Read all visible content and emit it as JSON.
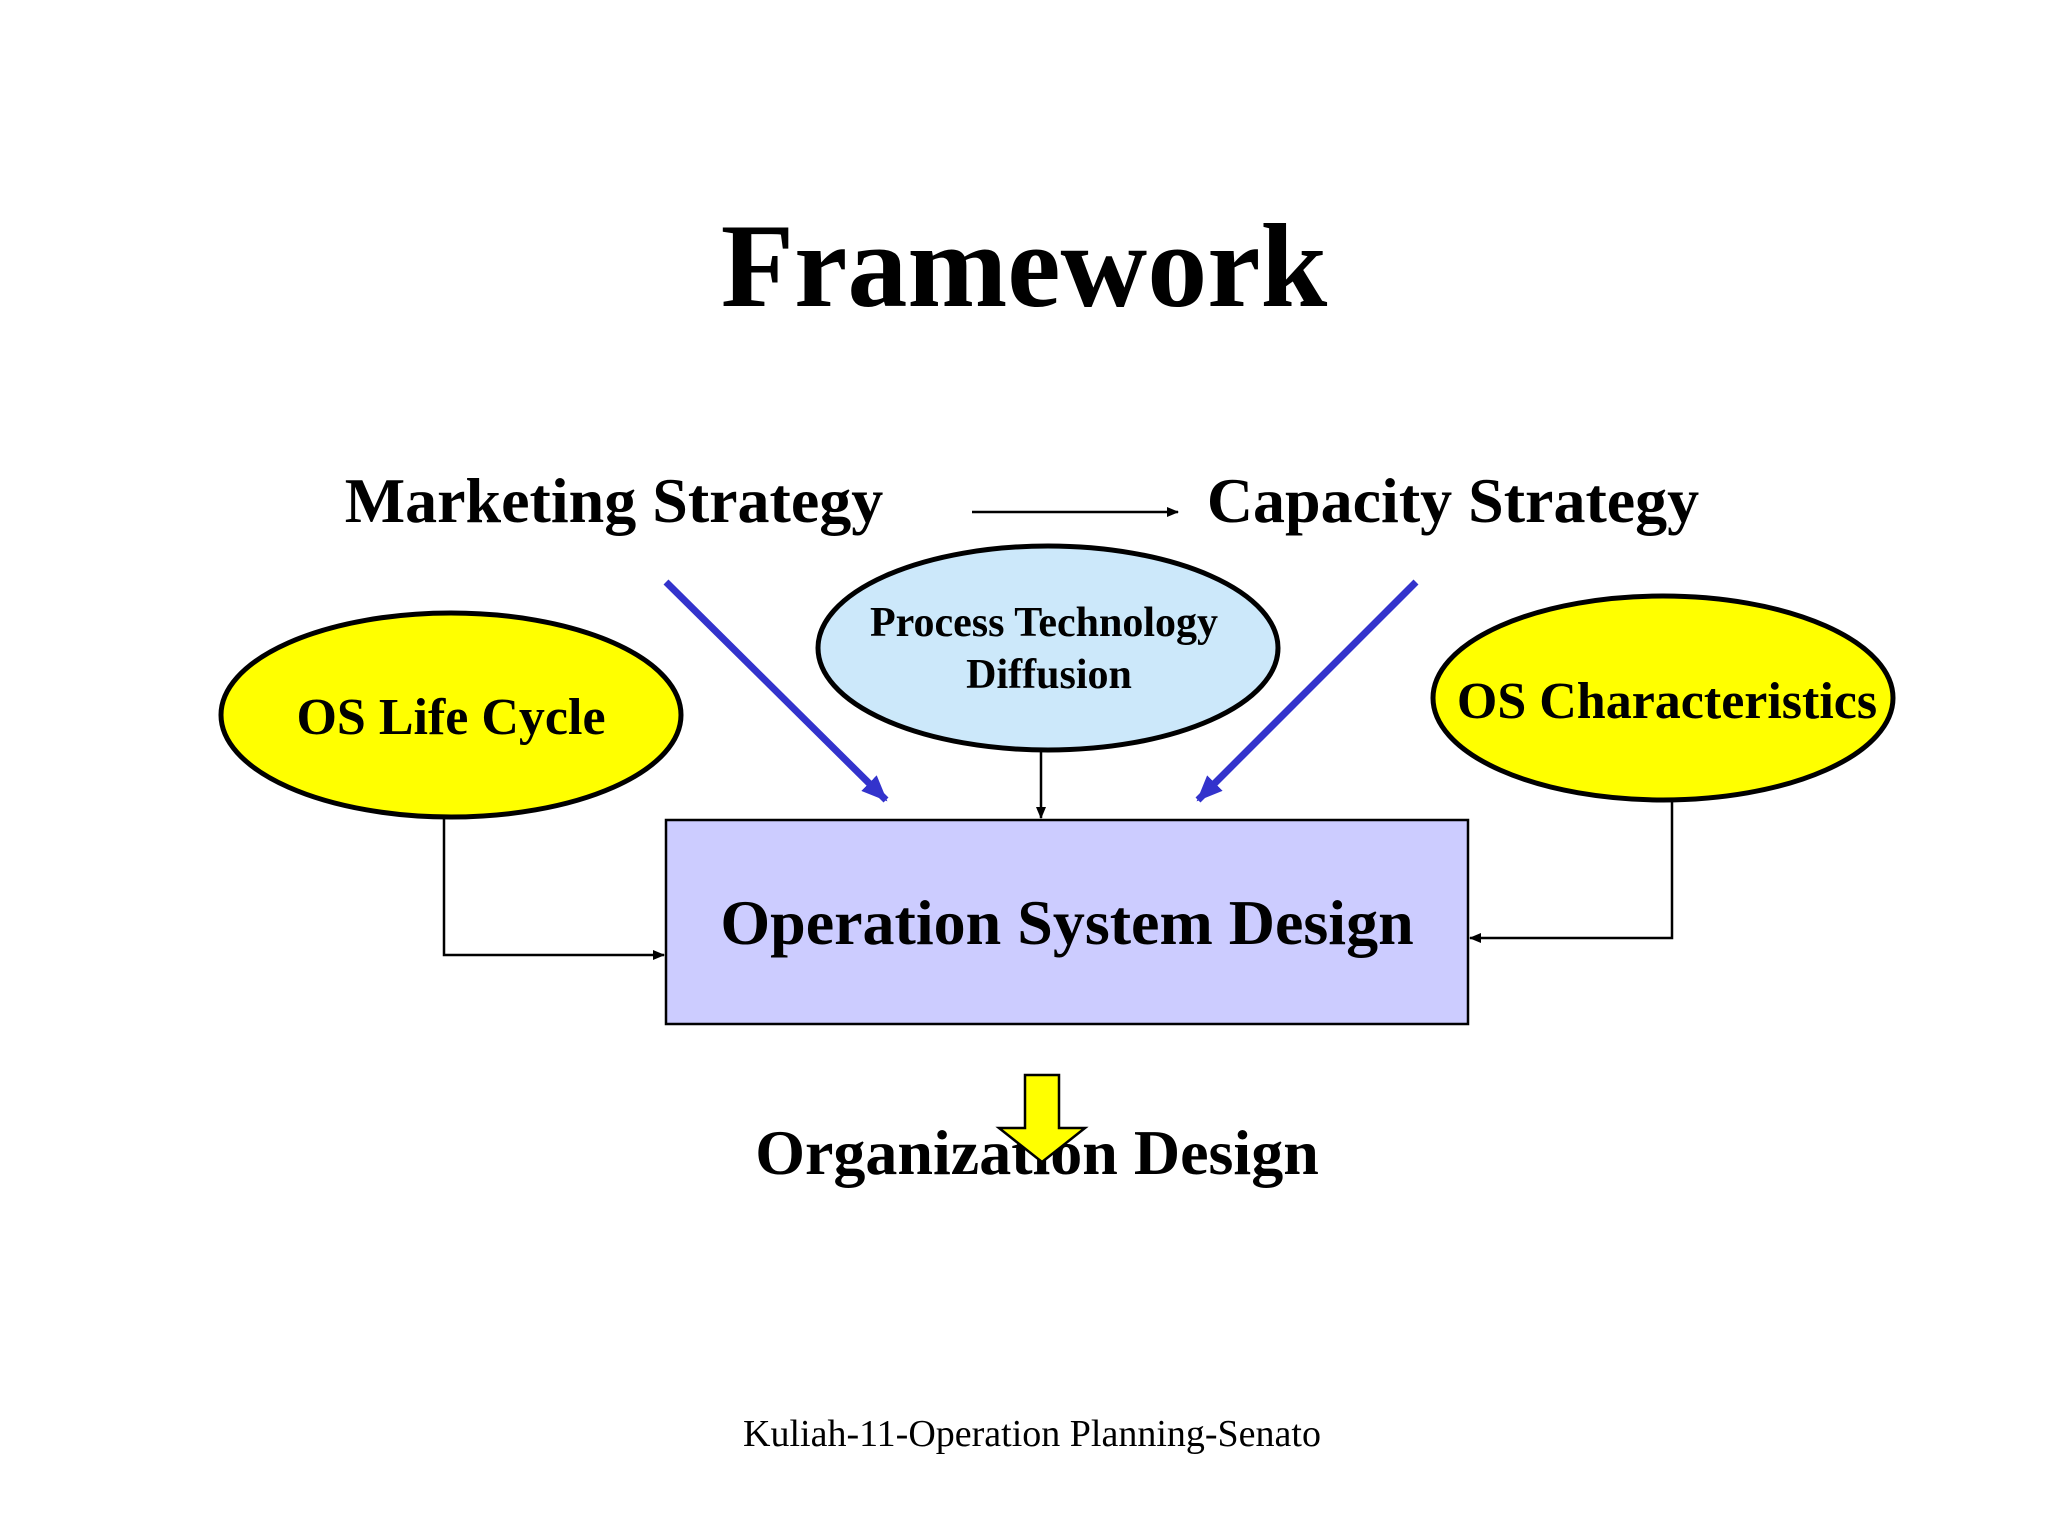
{
  "slide": {
    "title": "Framework",
    "footer": "Kuliah-11-Operation Planning-Senato"
  },
  "nodes": {
    "marketing_strategy": "Marketing Strategy",
    "capacity_strategy": "Capacity Strategy",
    "os_life_cycle": "OS Life Cycle",
    "process_technology_line1": "Process Technology",
    "process_technology_line2": "Diffusion",
    "os_characteristics": "OS Characteristics",
    "operation_system_design": "Operation System Design",
    "organization_design": "Organization Design"
  },
  "colors": {
    "yellow_ellipse": "#ffff00",
    "blue_ellipse": "#cce8fa",
    "design_box": "#ccccff",
    "blue_arrow": "#3333cc",
    "black": "#000000"
  }
}
